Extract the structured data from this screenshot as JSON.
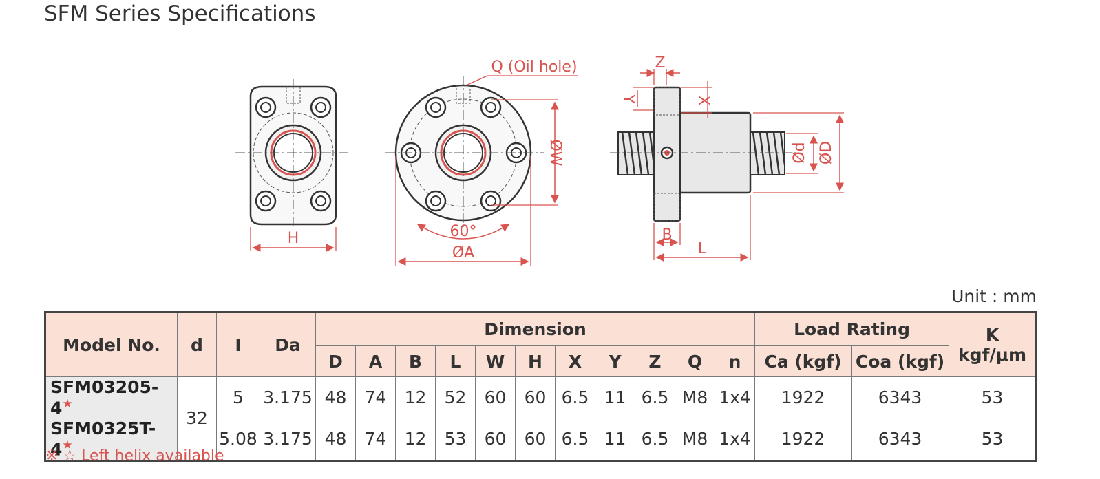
{
  "title": "SFM Series Specifications",
  "diagram_labels": {
    "H": "H",
    "oil_hole": "Q (Oil hole)",
    "W": "ØW",
    "angle": "60°",
    "A": "ØA",
    "Z": "Z",
    "Y": "Y",
    "X": "X",
    "d": "Ød",
    "D": "ØD",
    "B": "B",
    "L": "L"
  },
  "unit": "Unit : mm",
  "table": {
    "headers": {
      "model": "Model No.",
      "d": "d",
      "I": "I",
      "Da": "Da",
      "dimension": "Dimension",
      "load_rating": "Load Rating",
      "K": "K",
      "K_unit": "kgf/μm",
      "dim_cols": [
        "D",
        "A",
        "B",
        "L",
        "W",
        "H",
        "X",
        "Y",
        "Z",
        "Q",
        "n"
      ],
      "load_cols": [
        "Ca (kgf)",
        "Coa (kgf)"
      ]
    },
    "d_value": "32",
    "rows": [
      {
        "model": "SFM03205-4",
        "star": "★",
        "I": "5",
        "Da": "3.175",
        "dims": [
          "48",
          "74",
          "12",
          "52",
          "60",
          "60",
          "6.5",
          "11",
          "6.5",
          "M8",
          "1x4"
        ],
        "Ca": "1922",
        "Coa": "6343",
        "K": "53"
      },
      {
        "model": "SFM0325T-4",
        "star": "★",
        "I": "5.08",
        "Da": "3.175",
        "dims": [
          "48",
          "74",
          "12",
          "53",
          "60",
          "60",
          "6.5",
          "11",
          "6.5",
          "M8",
          "1x4"
        ],
        "Ca": "1922",
        "Coa": "6343",
        "K": "53"
      }
    ]
  },
  "note": "※ ☆ Left helix available",
  "colors": {
    "accent": "#d9534f",
    "header_bg": "#fbe0d5",
    "model_bg": "#ebebeb",
    "line": "#444444"
  }
}
